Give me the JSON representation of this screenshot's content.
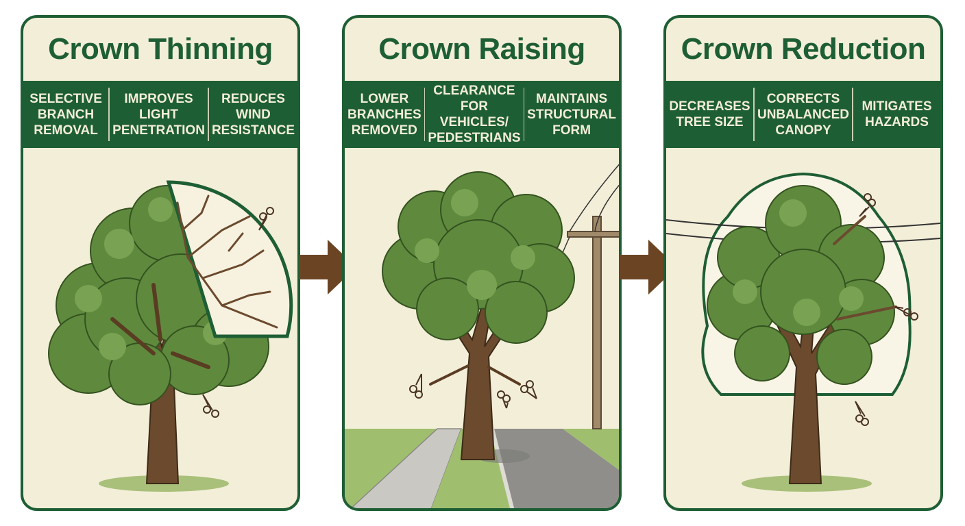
{
  "panels": [
    {
      "title": "Crown Thinning",
      "benefits": [
        "SELECTIVE\nBRANCH\nREMOVAL",
        "IMPROVES\nLIGHT\nPENETRATION",
        "REDUCES\nWIND\nRESISTANCE"
      ]
    },
    {
      "title": "Crown Raising",
      "benefits": [
        "LOWER\nBRANCHES\nREMOVED",
        "CLEARANCE\nFOR VEHICLES/\nPEDESTRIANS",
        "MAINTAINS\nSTRUCTURAL\nFORM"
      ]
    },
    {
      "title": "Crown Reduction",
      "benefits": [
        "DECREASES\nTREE SIZE",
        "CORRECTS\nUNBALANCED\nCANOPY",
        "MITIGATES\nHAZARDS"
      ]
    }
  ],
  "colors": {
    "frame_green": "#1e5e34",
    "panel_cream": "#f3eed8",
    "foliage": "#5f8a3e",
    "trunk": "#6b4a2e",
    "arrow_brown": "#6b4424"
  },
  "icons": [
    "scissors-icon",
    "arrow-right-icon",
    "tree-icon",
    "utility-pole-icon"
  ]
}
